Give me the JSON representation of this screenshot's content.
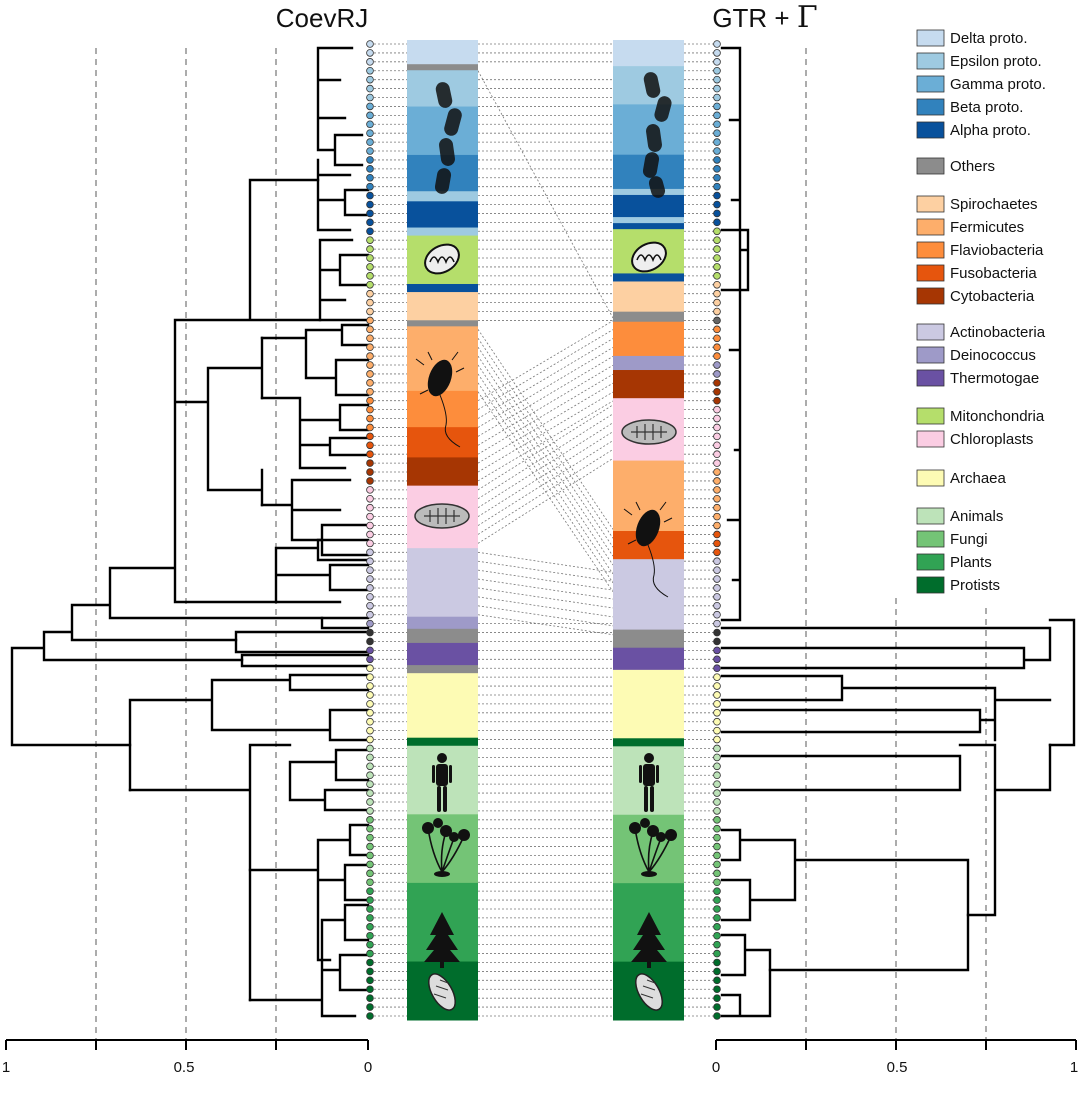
{
  "titles": {
    "left": "CoevRJ",
    "right_prefix": "GTR + ",
    "right_symbol": "Γ"
  },
  "axes": {
    "left": {
      "ticks": [
        {
          "value": 1,
          "label": "1"
        },
        {
          "value": 0.5,
          "label": "0.5"
        },
        {
          "value": 0,
          "label": "0"
        }
      ]
    },
    "right": {
      "ticks": [
        {
          "value": 0,
          "label": "0"
        },
        {
          "value": 0.5,
          "label": "0.5"
        },
        {
          "value": 1,
          "label": "1"
        }
      ]
    },
    "gridlines": [
      0.25,
      0.5,
      0.75
    ]
  },
  "legend": [
    {
      "label": "Delta proto.",
      "color": "#c6dbef"
    },
    {
      "label": "Epsilon proto.",
      "color": "#9ecae1"
    },
    {
      "label": "Gamma proto.",
      "color": "#6baed6"
    },
    {
      "label": "Beta proto.",
      "color": "#3182bd"
    },
    {
      "label": "Alpha proto.",
      "color": "#08519c"
    },
    {
      "label": "Others",
      "color": "#8c8c8c"
    },
    {
      "label": "Spirochaetes",
      "color": "#fdd0a2"
    },
    {
      "label": "Fermicutes",
      "color": "#fdae6b"
    },
    {
      "label": "Flaviobacteria",
      "color": "#fd8d3c"
    },
    {
      "label": "Fusobacteria",
      "color": "#e6550d"
    },
    {
      "label": "Cytobacteria",
      "color": "#a63603"
    },
    {
      "label": "Actinobacteria",
      "color": "#cbc9e2"
    },
    {
      "label": "Deinococcus",
      "color": "#9e9ac8"
    },
    {
      "label": "Thermotogae",
      "color": "#6a51a3"
    },
    {
      "label": "Mitonchondria",
      "color": "#b5de6b"
    },
    {
      "label": "Chloroplasts",
      "color": "#fbcde3"
    },
    {
      "label": "Archaea",
      "color": "#fdfbb4"
    },
    {
      "label": "Animals",
      "color": "#bde3b9"
    },
    {
      "label": "Fungi",
      "color": "#74c476"
    },
    {
      "label": "Plants",
      "color": "#31a354"
    },
    {
      "label": "Protists",
      "color": "#006d2c"
    }
  ],
  "left_bar_groups": [
    "Delta proto.",
    "Others",
    "Epsilon proto.",
    "Gamma proto.",
    "Beta proto.",
    "Epsilon proto.",
    "Alpha proto.",
    "Epsilon proto.",
    "Mitonchondria",
    "Alpha proto.",
    "Spirochaetes",
    "Others",
    "Fermicutes",
    "Flaviobacteria",
    "Fusobacteria",
    "Cytobacteria",
    "Chloroplasts",
    "Actinobacteria",
    "Deinococcus",
    "Others",
    "Thermotogae",
    "Others",
    "Archaea",
    "Protists",
    "Animals",
    "Fungi",
    "Plants",
    "Protists"
  ],
  "right_bar_groups": [
    "Delta proto.",
    "Epsilon proto.",
    "Gamma proto.",
    "Beta proto.",
    "Epsilon proto.",
    "Alpha proto.",
    "Epsilon proto.",
    "Alpha proto.",
    "Mitonchondria",
    "Alpha proto.",
    "Spirochaetes",
    "Others",
    "Flaviobacteria",
    "Deinococcus",
    "Cytobacteria",
    "Chloroplasts",
    "Fermicutes",
    "Fusobacteria",
    "Actinobacteria",
    "Others",
    "Thermotogae",
    "Archaea",
    "Protists",
    "Animals",
    "Fungi",
    "Plants",
    "Protists"
  ],
  "icons": [
    "bacteria-chain-icon",
    "mitochondrion-icon",
    "bacterium-icon",
    "chloroplast-icon",
    "human-icon",
    "fungus-icon",
    "tree-icon",
    "protist-icon"
  ]
}
